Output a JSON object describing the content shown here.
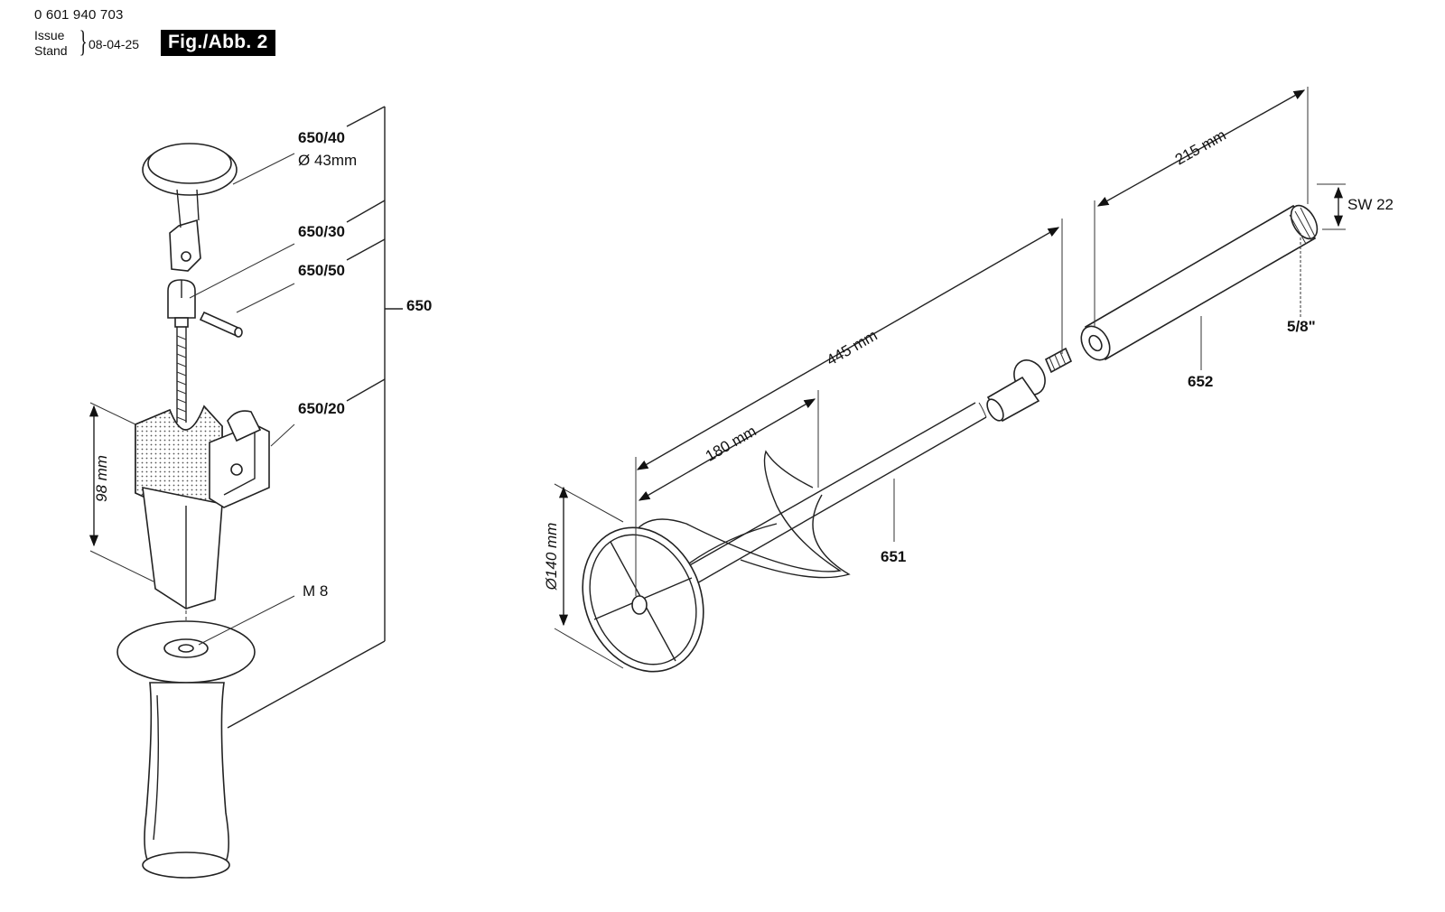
{
  "header": {
    "doc_number": "0 601 940 703",
    "issue_label": "Issue",
    "stand_label": "Stand",
    "date": "08-04-25",
    "figure_label": "Fig./Abb. 2"
  },
  "parts": {
    "p650_40": "650/40",
    "p650_40_diameter": "Ø 43mm",
    "p650_30": "650/30",
    "p650_50": "650/50",
    "p650": "650",
    "p650_20": "650/20",
    "thread_m8": "M 8",
    "p651": "651",
    "p652": "652",
    "thread_5_8": "5/8\"",
    "wrench_sw22": "SW 22"
  },
  "dimensions": {
    "depth_stop_length": "98 mm",
    "mixer_total_length": "445 mm",
    "mixer_paddle_length": "180 mm",
    "mixer_diameter": "Ø140 mm",
    "extension_length": "215 mm"
  },
  "colors": {
    "ink": "#111111",
    "badge_background": "#000000",
    "badge_text": "#ffffff",
    "paper": "#ffffff"
  }
}
